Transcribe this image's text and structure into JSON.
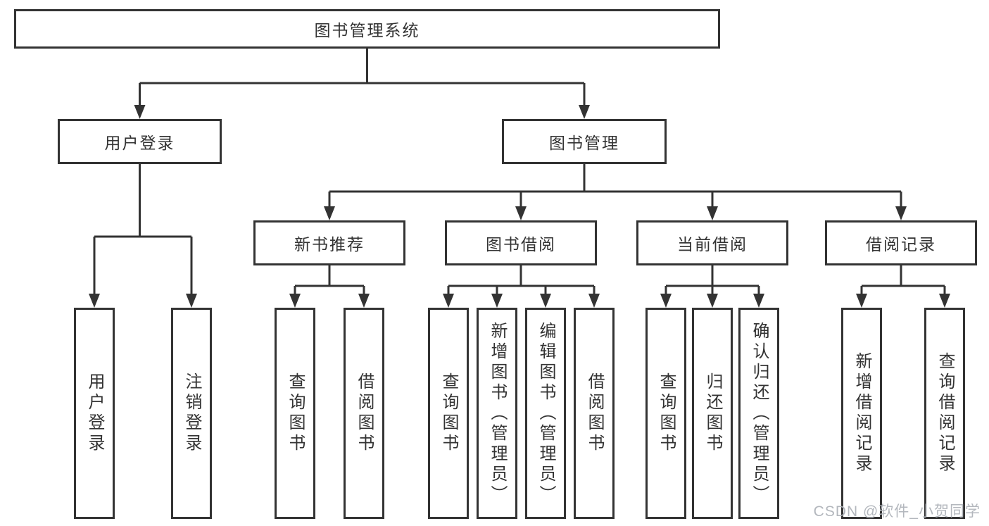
{
  "tree": {
    "label": "图书管理系统",
    "children": [
      {
        "label": "用户登录",
        "children": [
          {
            "label": "用户登录"
          },
          {
            "label": "注销登录"
          }
        ]
      },
      {
        "label": "图书管理",
        "children": [
          {
            "label": "新书推荐",
            "children": [
              {
                "label": "查询图书"
              },
              {
                "label": "借阅图书"
              }
            ]
          },
          {
            "label": "图书借阅",
            "children": [
              {
                "label": "查询图书"
              },
              {
                "label": "新增图书（管理员）"
              },
              {
                "label": "编辑图书（管理员）"
              },
              {
                "label": "借阅图书"
              }
            ]
          },
          {
            "label": "当前借阅",
            "children": [
              {
                "label": "查询图书"
              },
              {
                "label": "归还图书"
              },
              {
                "label": "确认归还（管理员）"
              }
            ]
          },
          {
            "label": "借阅记录",
            "children": [
              {
                "label": "新增借阅记录"
              },
              {
                "label": "查询借阅记录"
              }
            ]
          }
        ]
      }
    ]
  },
  "watermark": {
    "text": "CSDN @软件_小贺同学",
    "color": "#afb3b9"
  },
  "colors": {
    "line": "#333333",
    "box_border": "#333333",
    "text": "#333333",
    "background": "#ffffff"
  }
}
